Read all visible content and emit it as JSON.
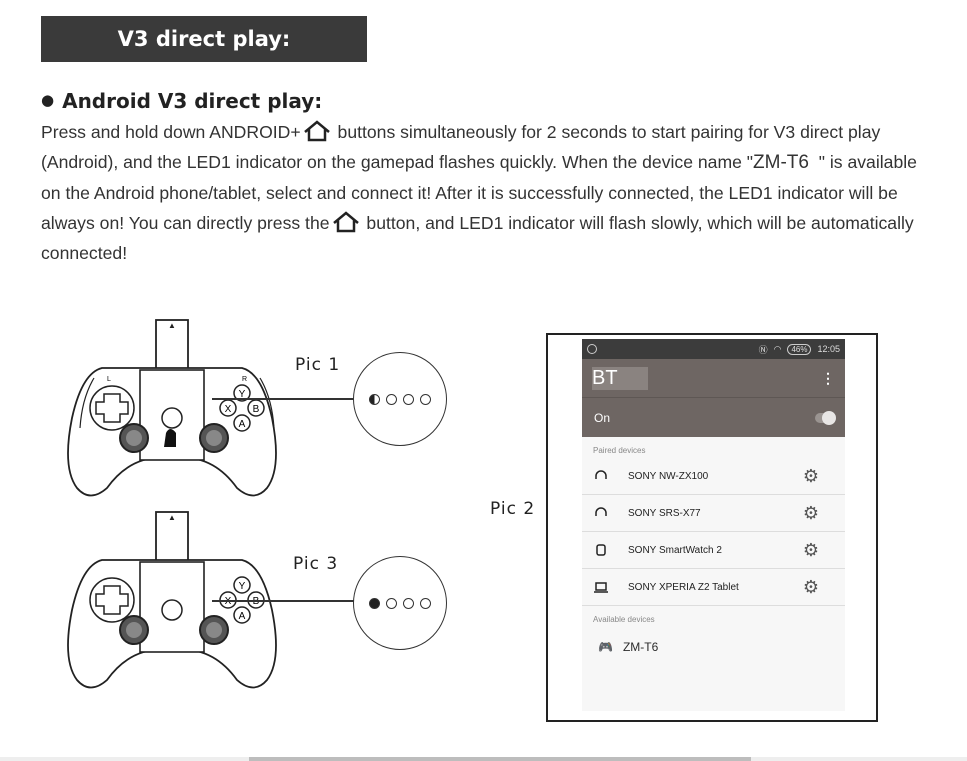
{
  "header": {
    "title": "V3 direct play:"
  },
  "section": {
    "heading": "Android V3 direct play:"
  },
  "paragraph": {
    "p1": "Press and hold down ANDROID+",
    "p2": " buttons simultaneously for 2 seconds to start pairing for V3 direct play (Android), and the LED1 indicator on the gamepad flashes quickly. When the device name \"",
    "device_name": "ZM-T6",
    "p3": "\" is available on the Android phone/tablet, select and connect it! After it is successfully connected, the LED1 indicator will be always on! You can directly press the",
    "p4": " button, and LED1 indicator will flash slowly, which will be automatically connected!"
  },
  "figures": {
    "pic1_label": "Pic 1",
    "pic2_label": "Pic 2",
    "pic3_label": "Pic 3",
    "gamepad_letters": [
      "L",
      "R",
      "Y",
      "X",
      "B",
      "A"
    ]
  },
  "phone": {
    "battery": "46%",
    "time": "12:05",
    "title": "BT",
    "menu_icon": "⋮",
    "toggle_label": "On",
    "paired_label": "Paired devices",
    "paired_devices": [
      {
        "name": "SONY NW-ZX100",
        "icon": "headphones-icon"
      },
      {
        "name": "SONY SRS-X77",
        "icon": "headphones-icon"
      },
      {
        "name": "SONY SmartWatch 2",
        "icon": "watch-icon"
      },
      {
        "name": "SONY XPERIA Z2 Tablet",
        "icon": "laptop-icon"
      }
    ],
    "available_label": "Available devices",
    "available_device": "ZM-T6"
  },
  "colors": {
    "header_bg": "#3a3a3a",
    "appbar_bg": "#6e6663",
    "text": "#333333"
  }
}
